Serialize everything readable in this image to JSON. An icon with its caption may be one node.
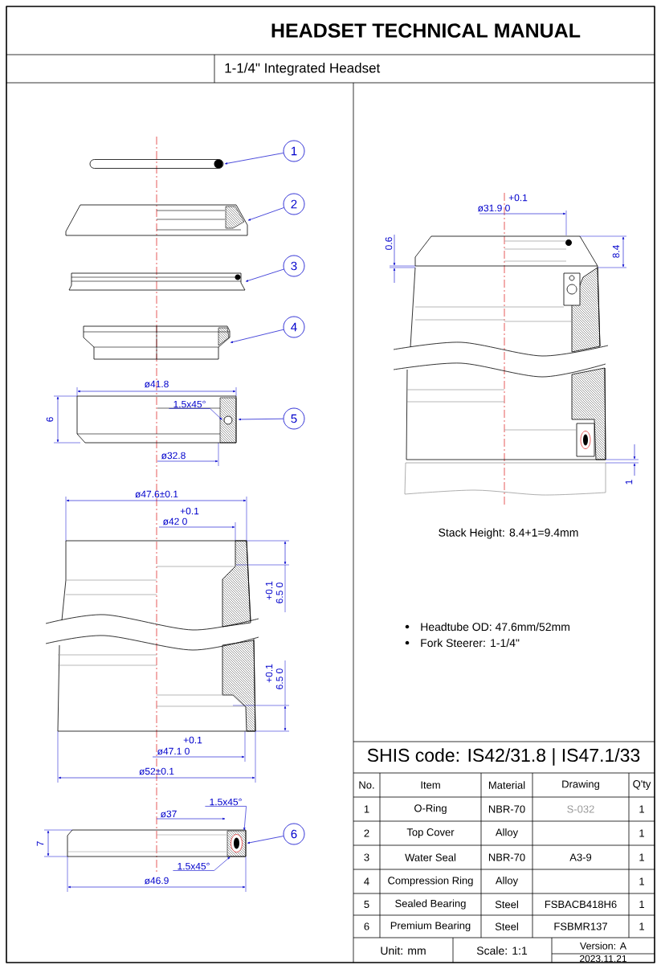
{
  "diagram": {
    "title": "HEADSET TECHNICAL MANUAL",
    "nodes": [
      {
        "text": [
          "1"
        ]
      },
      {
        "text": [
          "2"
        ]
      },
      {
        "text": [
          "3"
        ]
      },
      {
        "text": [
          "4"
        ]
      },
      {
        "text": [
          "5"
        ]
      },
      {
        "text": [
          "6"
        ]
      },
      {
        "text": [],
        "shape": "picture"
      },
      {
        "text": [],
        "shape": "picture"
      },
      {
        "text": [],
        "shape": "picture"
      },
      {
        "text": [],
        "shape": "picture"
      },
      {
        "text": [],
        "shape": "picture"
      },
      {
        "text": [],
        "shape": "picture"
      },
      {
        "text": [
          "1.5x45°"
        ],
        "in": 10
      },
      {
        "text": [
          "1.5x45°"
        ]
      },
      {
        "text": [
          "1.5x45°"
        ]
      }
    ],
    "edges": [
      {
        "from": 0,
        "to": 6,
        "arrow": "to"
      },
      {
        "from": 1,
        "to": 7,
        "arrow": "to"
      },
      {
        "from": 2,
        "to": 8,
        "arrow": "to"
      },
      {
        "from": 3,
        "to": 9,
        "arrow": "to"
      },
      {
        "from": 4,
        "to": 10,
        "arrow": "to"
      },
      {
        "from": 5,
        "to": 11,
        "arrow": "to"
      },
      {
        "from": 12,
        "to": 10,
        "arrow": "to"
      },
      {
        "from": 13,
        "to": 11,
        "arrow": "to"
      },
      {
        "from": 14,
        "to": 11,
        "arrow": "to"
      }
    ],
    "labels": [
      "1-1/4\" Integrated Headset",
      "ø41.8",
      "6",
      "ø32.8",
      "ø47.6±0.1",
      "+0.1",
      "ø42 0",
      "+0.1",
      "6.5 0",
      "+0.1",
      "6.5 0",
      "+0.1",
      "ø47.1 0",
      "ø52±0.1",
      "ø37",
      "7",
      "ø46.9",
      "+0.1",
      "ø31.9 0",
      "0.6",
      "8.4",
      "1",
      "Stack Height: 8.4+1=9.4mm",
      "Headtube OD: 47.6mm/52mm",
      "Fork Steerer: 1-1/4\"",
      "SHIS code: IS42/31.8 | IS47.1/33",
      "No.",
      "Item",
      "Material",
      "Drawing",
      "Q'ty",
      "1",
      "O-Ring",
      "NBR-70",
      "S-032",
      "1",
      "2",
      "Top Cover",
      "Alloy",
      "1",
      "3",
      "Water Seal",
      "NBR-70",
      "A3-9",
      "1",
      "4",
      "Compression Ring",
      "Alloy",
      "1",
      "5",
      "Sealed Bearing",
      "Steel",
      "FSBACB418H6",
      "1",
      "6",
      "Premium Bearing",
      "Steel",
      "FSBMR137",
      "1",
      "Unit: mm",
      "Scale: 1:1",
      "Version: A",
      "2023.11.21"
    ]
  }
}
